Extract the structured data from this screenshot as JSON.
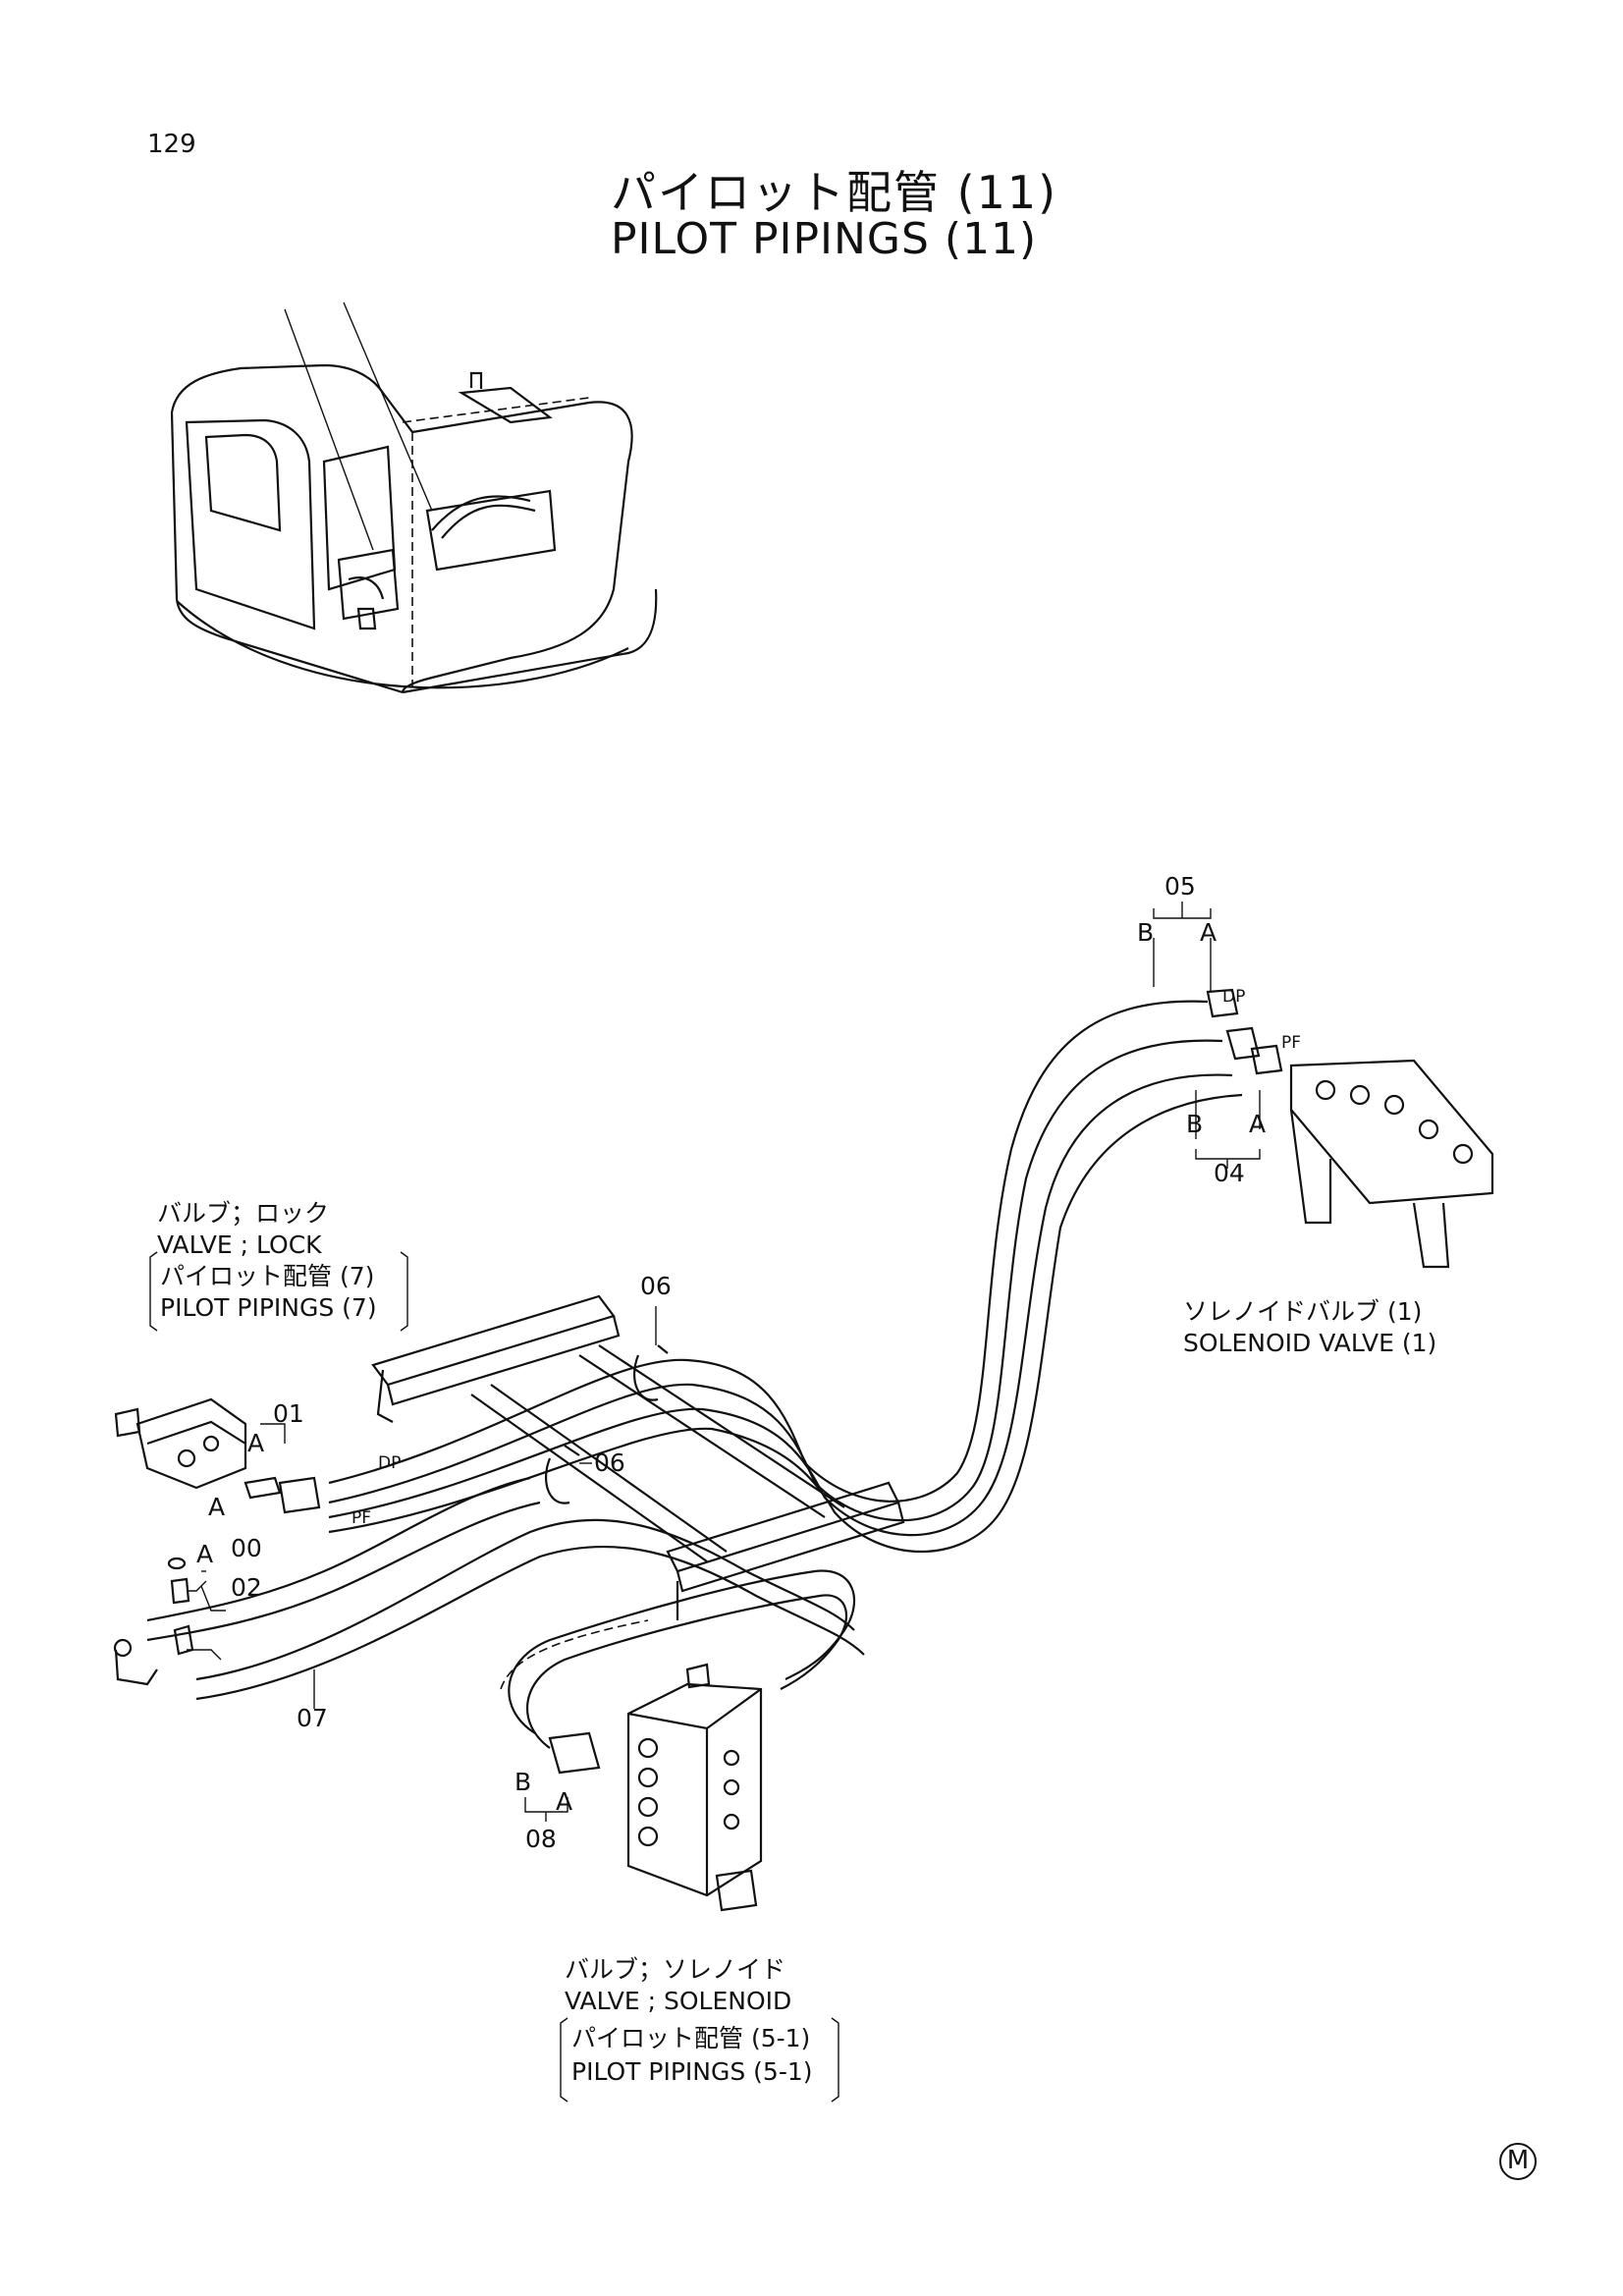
{
  "page_number": "129",
  "title_jp": "パイロット配管 (11)",
  "title_en": "PILOT PIPINGS (11)",
  "labels": {
    "lock_valve_jp": "バルブ；ロック",
    "lock_valve_en": "VALVE ; LOCK",
    "lock_ref_jp": "パイロット配管 (7)",
    "lock_ref_en": "PILOT PIPINGS (7)",
    "solenoid_valve1_jp": "ソレノイドバルブ (1)",
    "solenoid_valve1_en": "SOLENOID VALVE (1)",
    "solenoid_valve_jp": "バルブ；ソレノイド",
    "solenoid_valve_en": "VALVE ; SOLENOID",
    "solenoid_ref_jp": "パイロット配管 (5-1)",
    "solenoid_ref_en": "PILOT PIPINGS (5-1)"
  },
  "callouts": {
    "p05": "05",
    "p04": "04",
    "p06a": "06",
    "p06b": "06",
    "p01": "01",
    "p00": "00",
    "p02": "02",
    "p07": "07",
    "p08": "08"
  },
  "ports": {
    "b": "B",
    "a": "A",
    "dp": "DP",
    "pf": "PF"
  },
  "mark": "M"
}
